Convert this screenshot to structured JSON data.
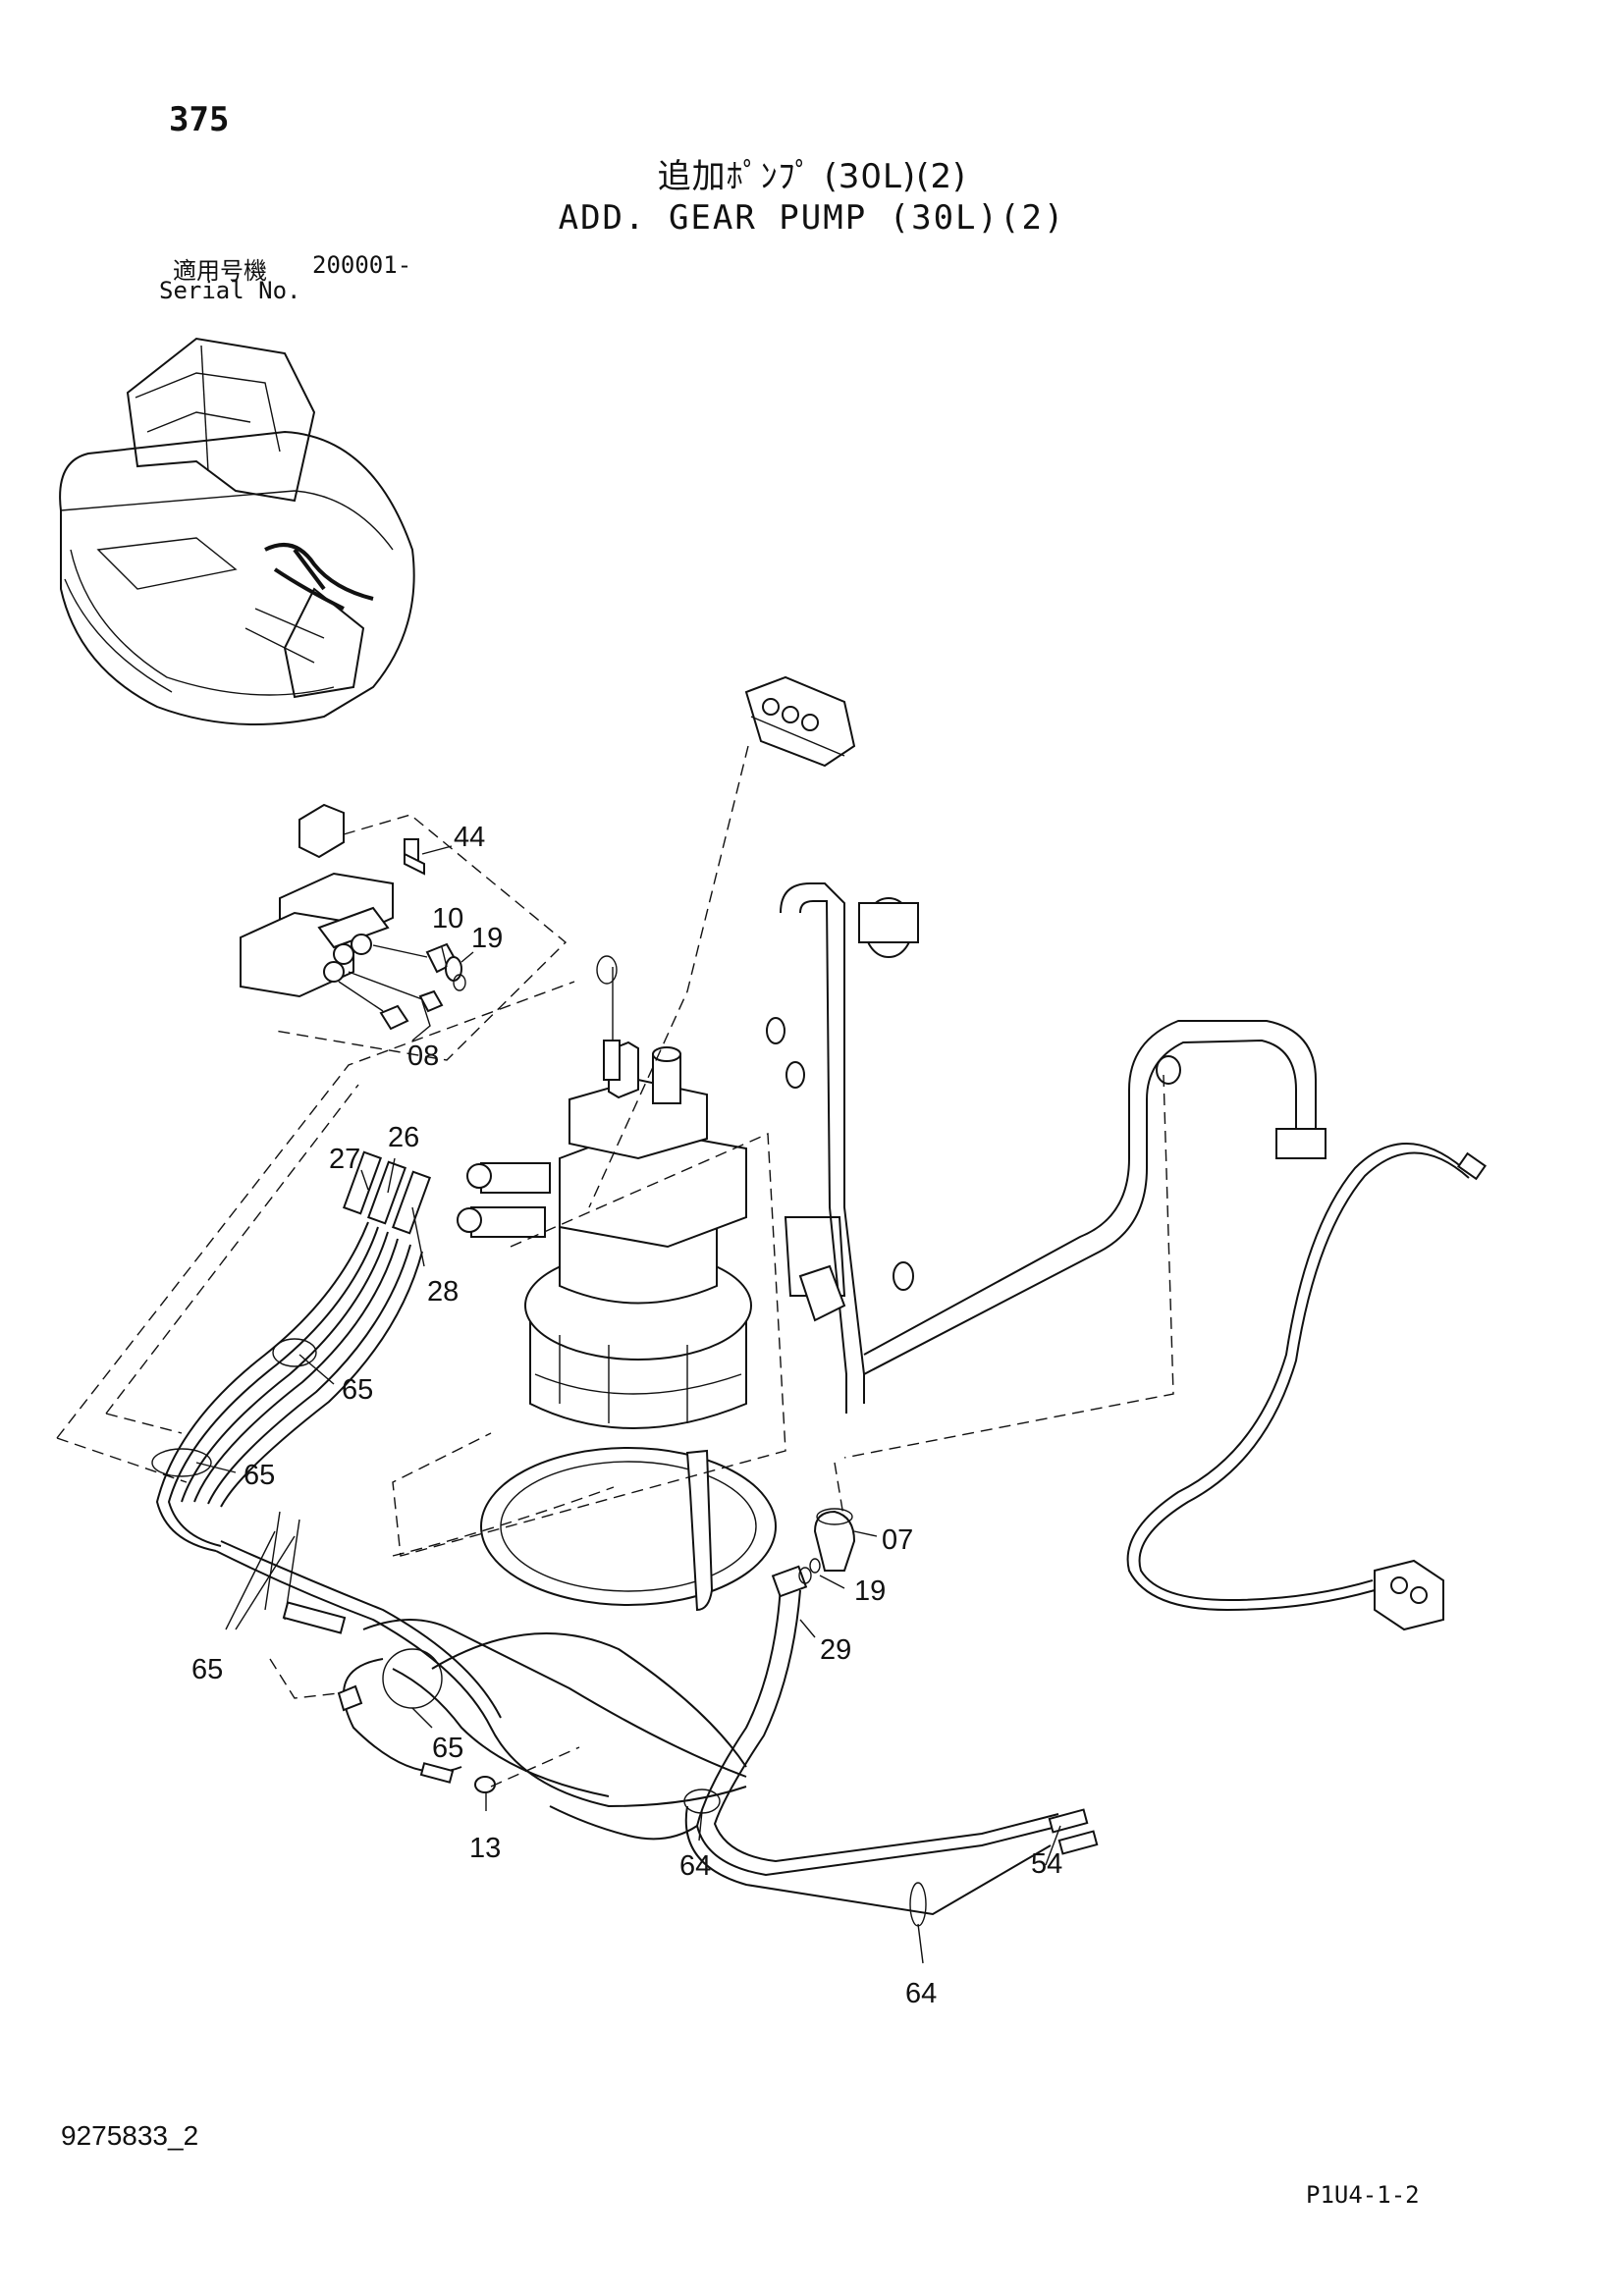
{
  "header": {
    "page_number": "375",
    "title_jp": "追加ﾎﾟﾝﾌﾟ (30L)(2)",
    "title_en": "ADD. GEAR PUMP (30L)(2)",
    "serial_label_jp": "適用号機",
    "serial_value": "200001-",
    "serial_label_en": "Serial No."
  },
  "callouts": {
    "c44": "44",
    "c10": "10",
    "c19a": "19",
    "c08": "08",
    "c27": "27",
    "c26": "26",
    "c28": "28",
    "c65a": "65",
    "c65b": "65",
    "c65c": "65",
    "c65d": "65",
    "c07": "07",
    "c19b": "19",
    "c29": "29",
    "c13": "13",
    "c64a": "64",
    "c54": "54",
    "c64b": "64"
  },
  "footer": {
    "document_number": "9275833_2",
    "page_code": "P1U4-1-2"
  }
}
